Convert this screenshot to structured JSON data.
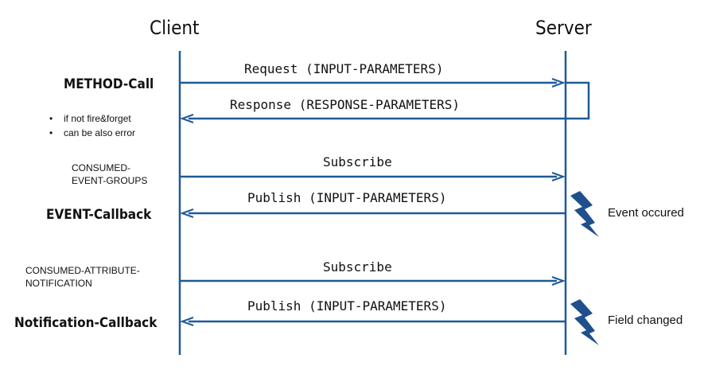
{
  "participants": {
    "client": "Client",
    "server": "Server"
  },
  "method_call": {
    "label": "METHOD-Call",
    "request": "Request (INPUT-PARAMETERS)",
    "response": "Response (RESPONSE-PARAMETERS)",
    "notes": [
      "if not fire&forget",
      "can be also error"
    ]
  },
  "event_section": {
    "consumed_label": "CONSUMED-\nEVENT-GROUPS",
    "subscribe": "Subscribe",
    "publish": "Publish (INPUT-PARAMETERS)",
    "callback_label": "EVENT-Callback",
    "trigger_note": "Event occured"
  },
  "notification_section": {
    "consumed_label": "CONSUMED-ATTRIBUTE-\nNOTIFICATION",
    "subscribe": "Subscribe",
    "publish": "Publish (INPUT-PARAMETERS)",
    "callback_label": "Notification-Callback",
    "trigger_note": "Field changed"
  },
  "colors": {
    "line": "#1f5a96",
    "lightning": "#1f4f8c"
  },
  "icons": {
    "trigger": "lightning-bolt-icon"
  }
}
